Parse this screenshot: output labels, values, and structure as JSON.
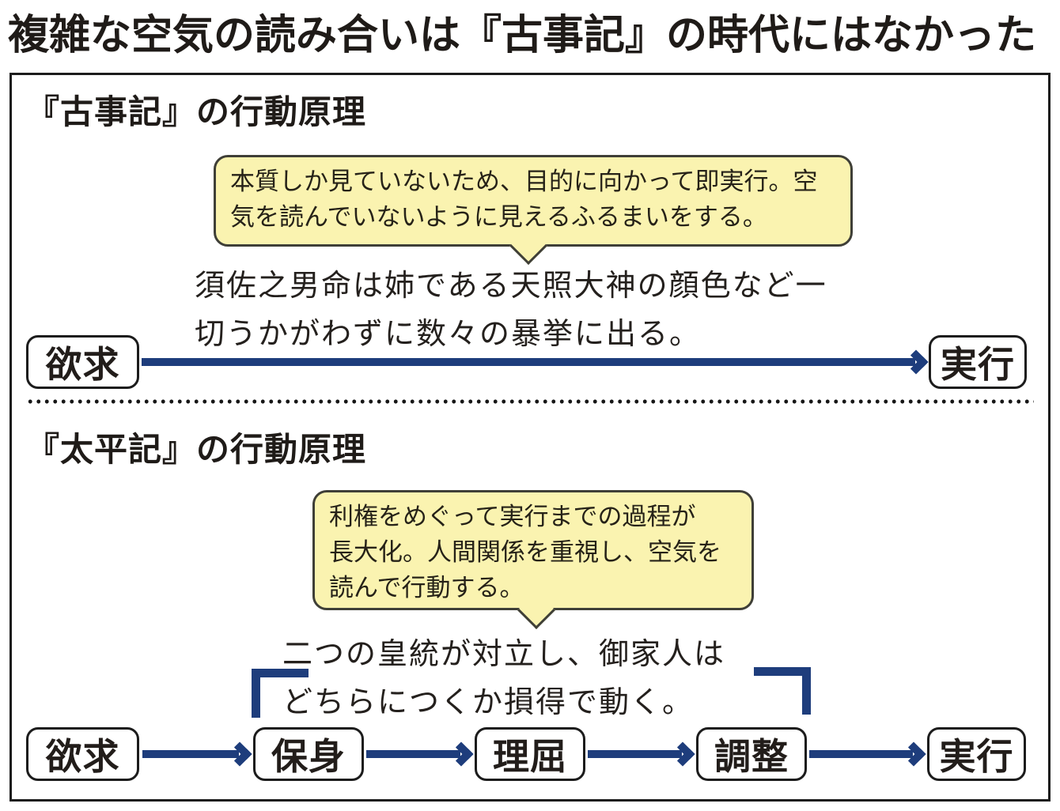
{
  "title": "複雑な空気の読み合いは『古事記』の時代にはなかった",
  "colors": {
    "arrow": "#1e3d7c",
    "callout_fill": "#faf3b0",
    "callout_border": "#3f3f37",
    "ink": "#1f1b18"
  },
  "sections": [
    {
      "heading": "『古事記』の行動原理",
      "callout": "本質しか見ていないため、目的に向かって即実行。空\n気を読んでいないように見えるふるまいをする。",
      "description": "須佐之男命は姉である天照大神の顔色など一\n切うかがわずに数々の暴挙に出る。",
      "flow": [
        "欲求",
        "実行"
      ]
    },
    {
      "heading": "『太平記』の行動原理",
      "callout": "利権をめぐって実行までの過程が\n長大化。人間関係を重視し、空気を\n読んで行動する。",
      "description": "二つの皇統が対立し、御家人は\nどちらにつくか損得で動く。",
      "flow": [
        "欲求",
        "保身",
        "理屈",
        "調整",
        "実行"
      ]
    }
  ]
}
